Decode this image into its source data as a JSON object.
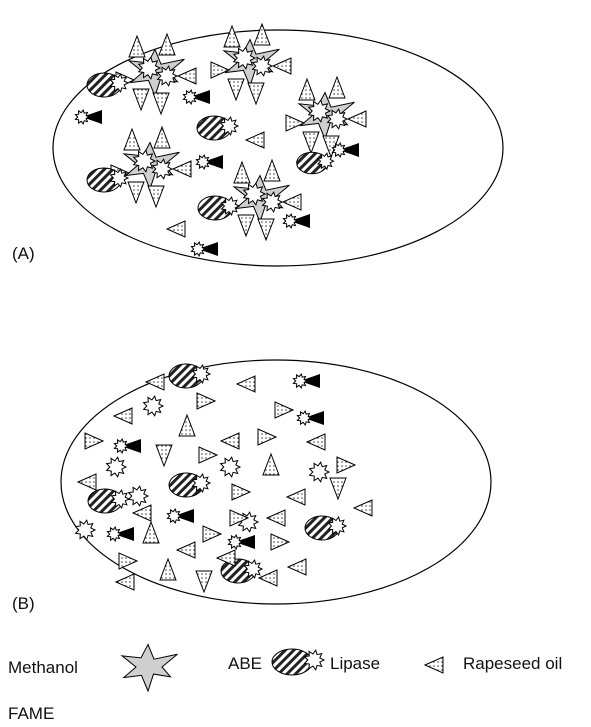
{
  "panels": [
    {
      "label": "(A)"
    },
    {
      "label": "(B)"
    }
  ],
  "legend": {
    "methanol": "Methanol",
    "abe": "ABE",
    "lipase": "Lipase",
    "rapeseed_oil": "Rapeseed oil",
    "fame": "FAME"
  },
  "colors": {
    "dot_fill": "#d9d9d9",
    "outline": "#000000",
    "cluster_fill": "#cfcfcf"
  }
}
